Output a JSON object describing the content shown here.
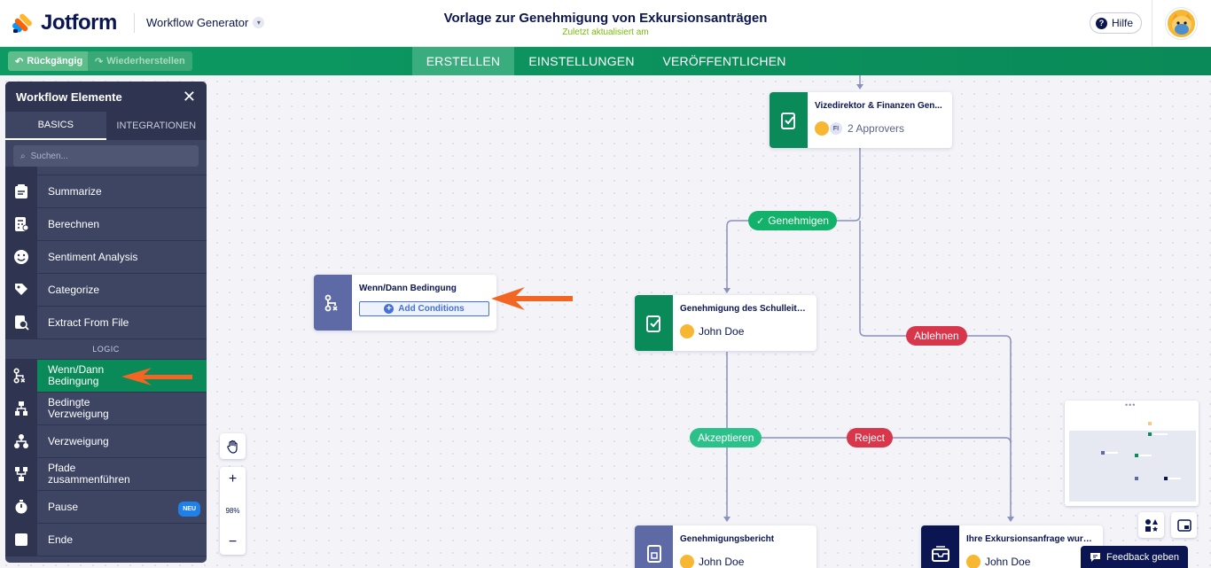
{
  "header": {
    "brand": "Jotform",
    "workflow_generator": "Workflow Generator",
    "title": "Vorlage zur Genehmigung von Exkursionsanträgen",
    "subtitle": "Zuletzt aktualisiert am",
    "help": "Hilfe"
  },
  "toolbar": {
    "undo": "Rückgängig",
    "redo": "Wiederherstellen",
    "tabs": [
      {
        "label": "ERSTELLEN",
        "active": true
      },
      {
        "label": "EINSTELLUNGEN",
        "active": false
      },
      {
        "label": "VERÖFFENTLICHEN",
        "active": false
      }
    ]
  },
  "panel": {
    "title": "Workflow Elemente",
    "tabs": [
      {
        "label": "BASICS",
        "active": true
      },
      {
        "label": "INTEGRATIONEN",
        "active": false
      }
    ],
    "search_placeholder": "Suchen...",
    "items": [
      {
        "label": "Summarize",
        "icon": "summarize-icon"
      },
      {
        "label": "Berechnen",
        "icon": "calculate-icon"
      },
      {
        "label": "Sentiment Analysis",
        "icon": "sentiment-icon"
      },
      {
        "label": "Categorize",
        "icon": "categorize-icon"
      },
      {
        "label": "Extract From File",
        "icon": "extract-file-icon"
      }
    ],
    "section_logic": "LOGIC",
    "logic_items": [
      {
        "label": "Wenn/Dann Bedingung",
        "icon": "condition-icon",
        "active": true
      },
      {
        "label": "Bedingte Verzweigung",
        "icon": "conditional-branch-icon"
      },
      {
        "label": "Verzweigung",
        "icon": "branch-icon"
      },
      {
        "label": "Pfade zusammenführen",
        "icon": "merge-paths-icon"
      },
      {
        "label": "Pause",
        "icon": "timer-icon",
        "badge": "NEU"
      },
      {
        "label": "Ende",
        "icon": "end-icon"
      }
    ]
  },
  "canvas": {
    "zoom": "98%",
    "nodes": {
      "vice": {
        "title": "Vizedirektor & Finanzen Gen...",
        "initials": "FI",
        "assignee": "2 Approvers",
        "color": "#0a8a58"
      },
      "condition": {
        "title": "Wenn/Dann Bedingung",
        "action": "Add Conditions",
        "color": "#5e6aa6"
      },
      "principal": {
        "title": "Genehmigung des Schulleiters",
        "assignee": "John Doe",
        "color": "#0a8a58"
      },
      "report": {
        "title": "Genehmigungsbericht",
        "assignee": "John Doe",
        "color": "#5e6aa6"
      },
      "request": {
        "title": "Ihre Exkursionsanfrage wurd...",
        "assignee": "John Doe",
        "color": "#0a1551"
      }
    },
    "pills": {
      "approve": "Genehmigen",
      "reject_top": "Ablehnen",
      "accept": "Akzeptieren",
      "reject": "Reject"
    }
  },
  "feedback": "Feedback geben",
  "colors": {
    "brand_green": "#0a8a58",
    "accent_orange": "#f26522",
    "navy": "#0a1551",
    "red": "#d8364a"
  }
}
